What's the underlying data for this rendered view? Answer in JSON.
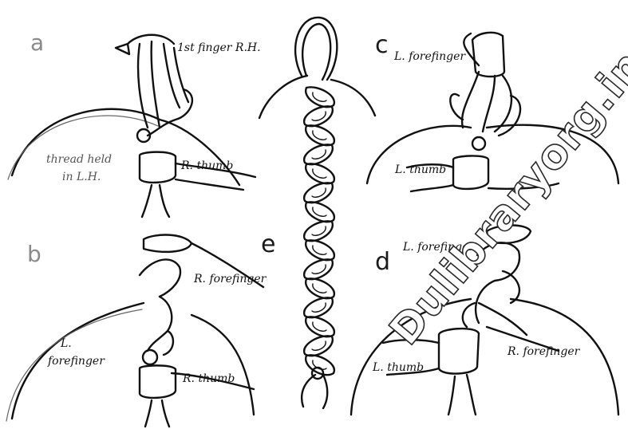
{
  "panels": {
    "a": {
      "letter": "a",
      "labels": {
        "finger": "1st finger R.H.",
        "thread_line1": "thread held",
        "thread_line2": "in L.H.",
        "thumb": "R. thumb"
      }
    },
    "b": {
      "letter": "b",
      "labels": {
        "r_forefinger": "R. forefinger",
        "l_line1": "L.",
        "l_line2": "forefinger",
        "thumb": "R. thumb"
      }
    },
    "c": {
      "letter": "c",
      "labels": {
        "forefinger": "L. forefinger",
        "thumb": "L. thumb"
      }
    },
    "d": {
      "letter": "d",
      "labels": {
        "l_forefinger": "L. forefinger",
        "r_forefinger": "R. forefinger",
        "thumb": "L. thumb"
      }
    },
    "e": {
      "letter": "e"
    }
  },
  "watermark": "Dulibraryorg.in",
  "colors": {
    "ink": "#111111",
    "paper": "#ffffff",
    "faded_ink": "#8a8a8a"
  }
}
